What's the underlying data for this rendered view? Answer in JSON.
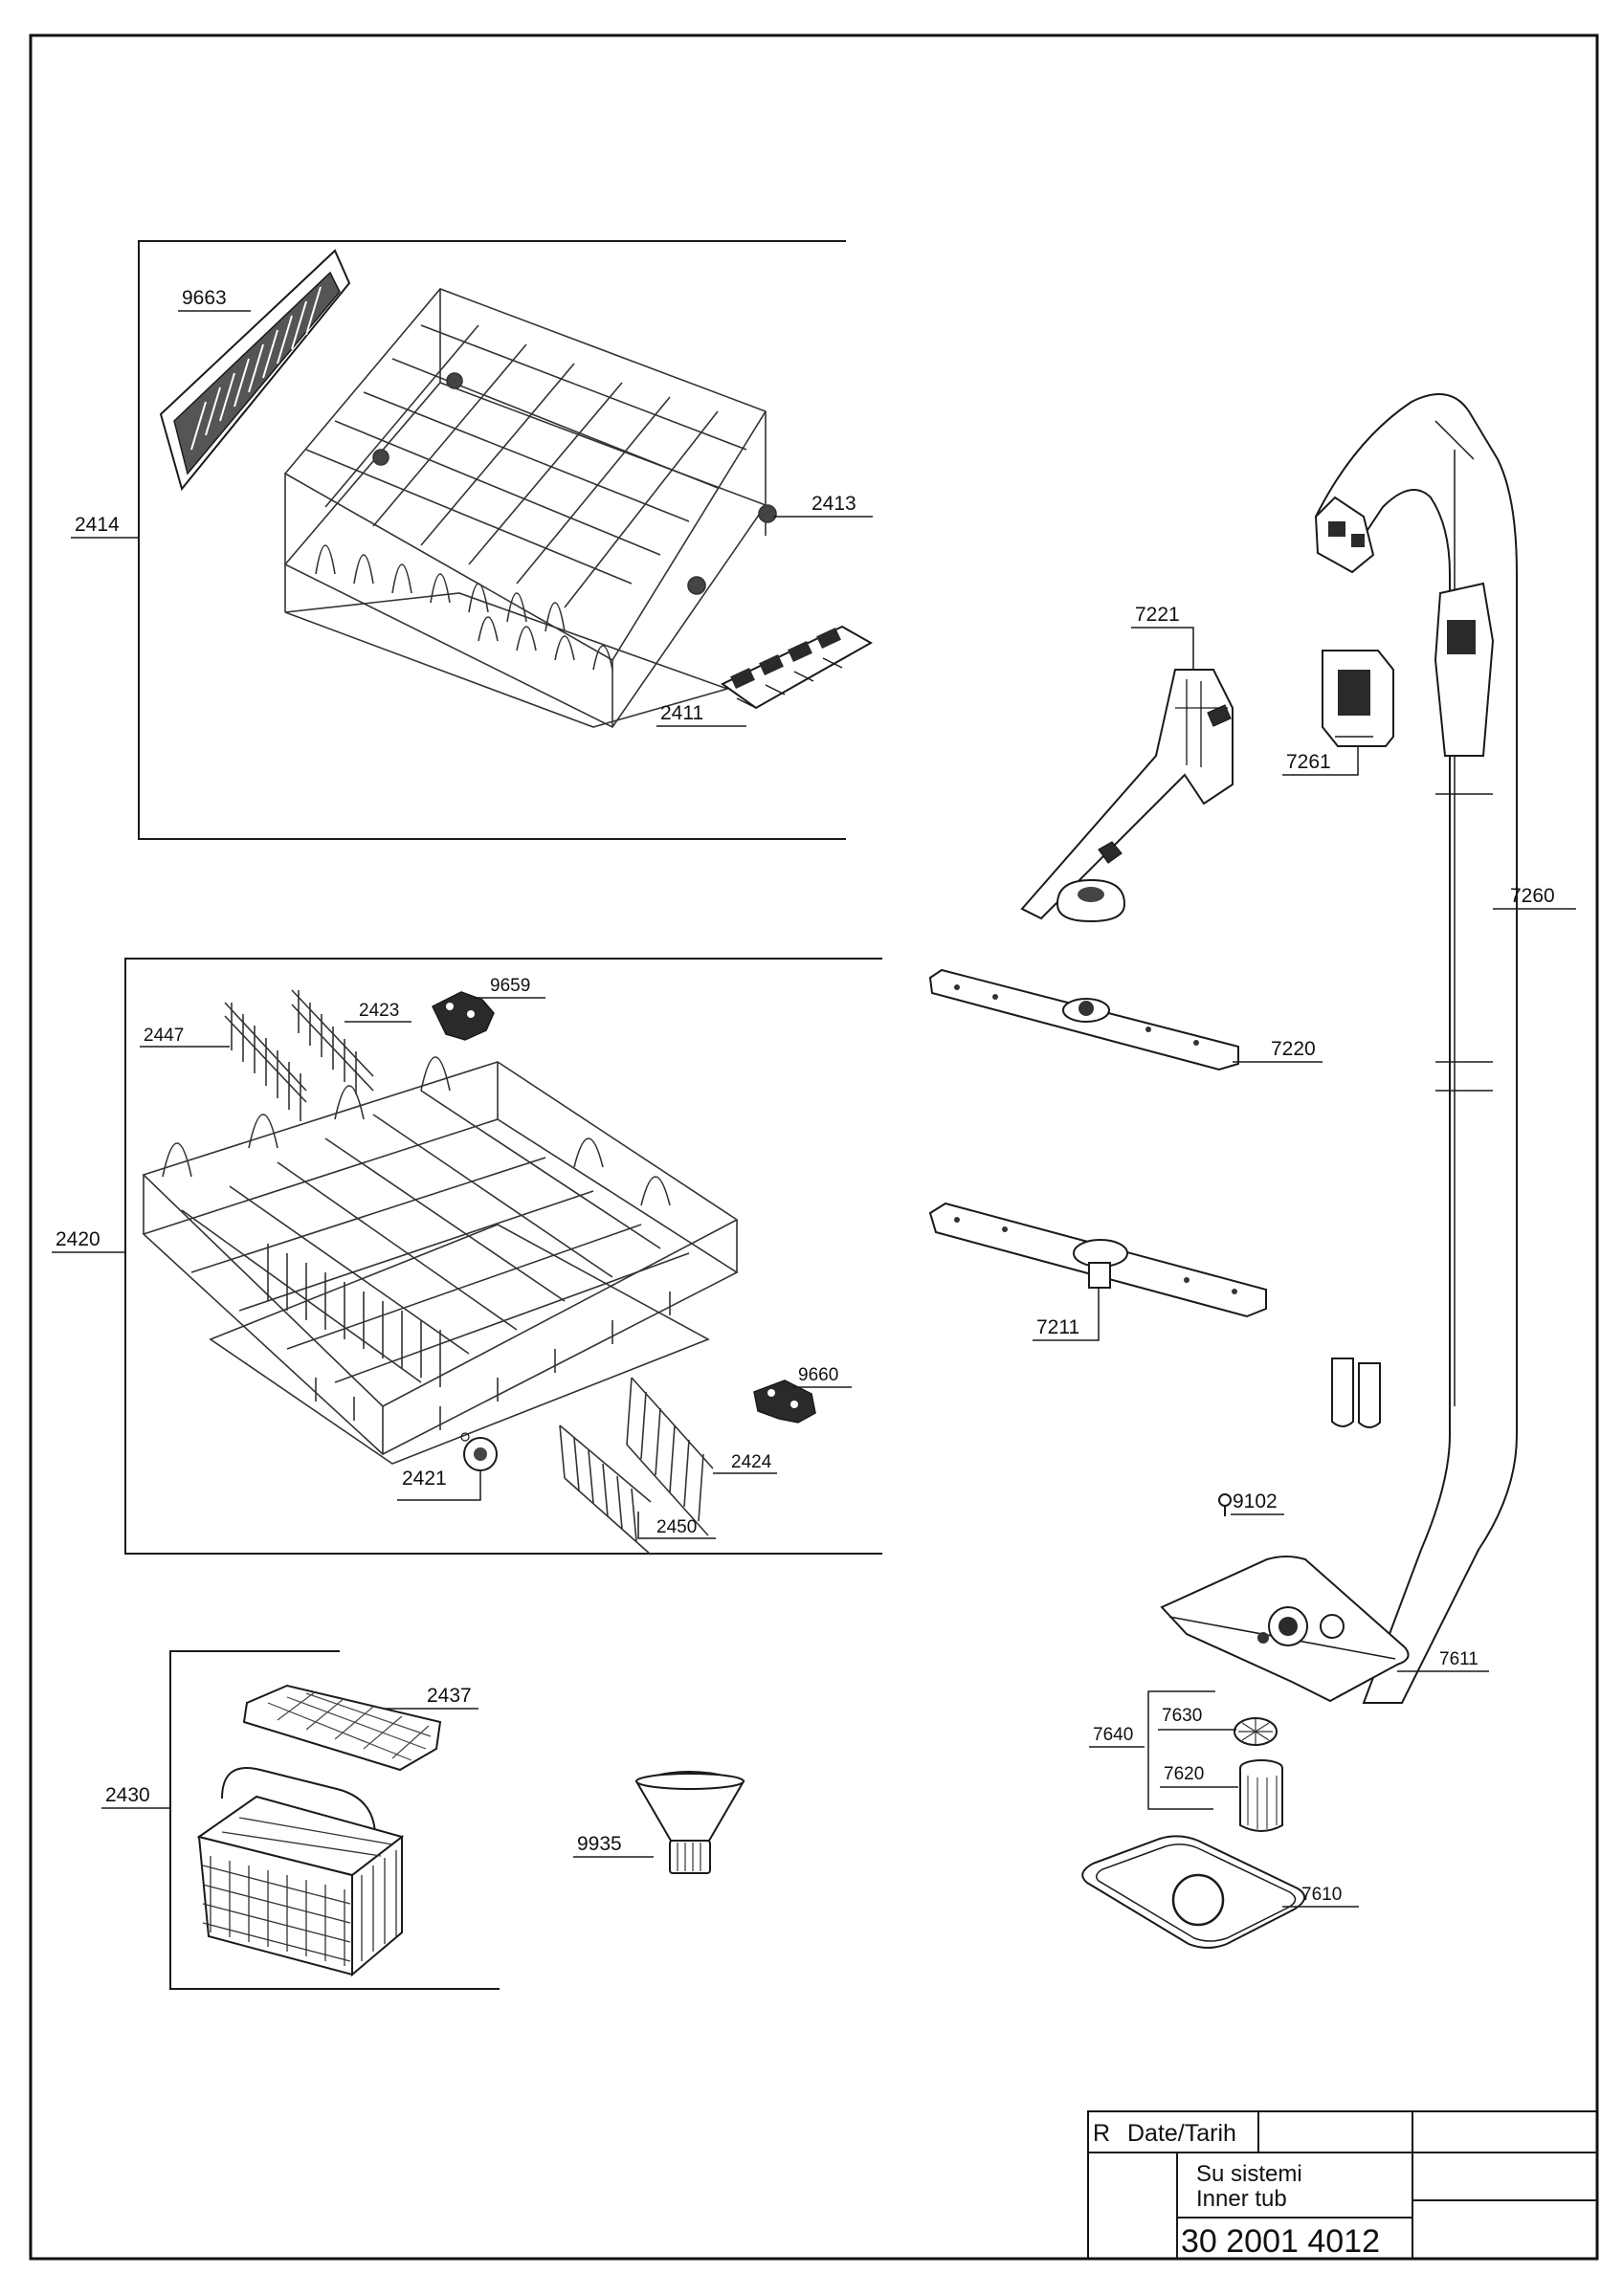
{
  "labels": {
    "9663": "9663",
    "2414": "2414",
    "2413": "2413",
    "2411": "2411",
    "2420": "2420",
    "2447": "2447",
    "2423": "2423",
    "9659": "9659",
    "9660": "9660",
    "2424": "2424",
    "2421": "2421",
    "2450": "2450",
    "2430": "2430",
    "2437": "2437",
    "9935": "9935",
    "7221": "7221",
    "7261": "7261",
    "7260": "7260",
    "7220": "7220",
    "7211": "7211",
    "9102": "9102",
    "7611": "7611",
    "7640": "7640",
    "7630": "7630",
    "7620": "7620",
    "7610": "7610"
  },
  "title_block": {
    "revision": "R",
    "date_label": "Date/Tarih",
    "title_tr": "Su sistemi",
    "title_en": "Inner tub",
    "drawing_number": "30 2001 4012"
  }
}
